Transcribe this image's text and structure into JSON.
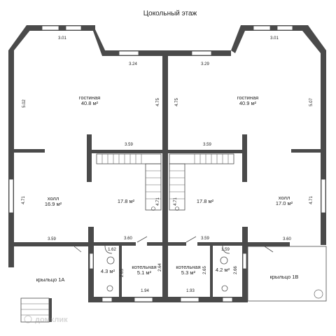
{
  "title": "Цокольный этаж",
  "watermark": "домклик",
  "rooms": {
    "living_left_name": "гостиная",
    "living_left_area": "40.8 м²",
    "living_right_name": "гостиная",
    "living_right_area": "40.9 м²",
    "hall_left_name": "холл",
    "hall_left_area": "16.9 м²",
    "hall_right_name": "холл",
    "hall_right_area": "17.0 м²",
    "stair_left_area": "17.8 м²",
    "stair_right_area": "17.8 м²",
    "porch_left": "крыльцо 1А",
    "porch_right": "крыльцо 1В",
    "wc_left_area": "4.3 м²",
    "wc_right_area": "4.2 м²",
    "boiler_left_name": "котельная",
    "boiler_left_area": "5.1 м²",
    "boiler_right_name": "котельная",
    "boiler_right_area": "5.3 м²"
  },
  "dims": {
    "d_301_left": "3.01",
    "d_301_right": "3.01",
    "d_324": "3.24",
    "d_329": "3.29",
    "d_502": "5.02",
    "d_507": "5.07",
    "d_475_left": "4.75",
    "d_475_right": "4.75",
    "d_359_left": "3.59",
    "d_359_right": "3.59",
    "d_471_left": "4.71",
    "d_471_right": "4.71",
    "d_471_stair_left": "4.71",
    "d_471_stair_right": "4.71",
    "d_359_porch_left": "3.59",
    "d_360_left": "3.60",
    "d_359_mid_right": "3.59",
    "d_360_right": "3.60",
    "d_162": "1.62",
    "d_159": "1.59",
    "d_265_left": "2.65",
    "d_264": "2.64",
    "d_265_right": "2.65",
    "d_266": "2.66",
    "d_194": "1.94",
    "d_193": "1.93"
  }
}
